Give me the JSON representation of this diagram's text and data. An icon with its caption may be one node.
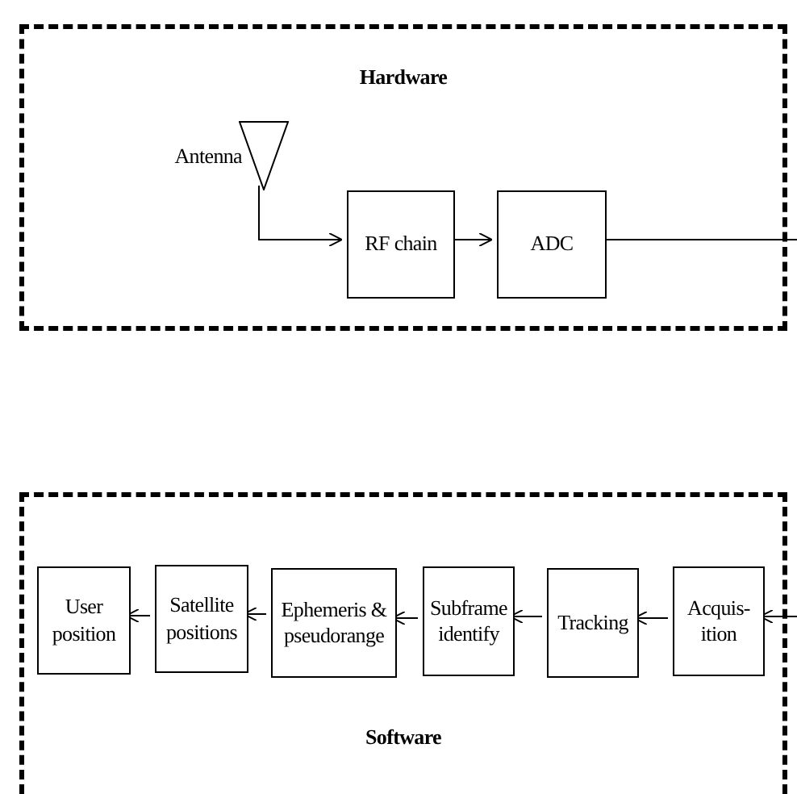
{
  "diagram": {
    "nodes": [
      {
        "text": [
          "Hardware"
        ]
      },
      {
        "text": [],
        "shape": "triangle",
        "beside": [
          "Antenna"
        ],
        "in": 0
      },
      {
        "text": [
          "RF chain"
        ],
        "in": 0
      },
      {
        "text": [
          "ADC"
        ],
        "in": 0
      },
      {
        "text": [
          "Software"
        ]
      },
      {
        "text": [
          "User position"
        ],
        "in": 4
      },
      {
        "text": [
          "Satellite positions"
        ],
        "in": 4
      },
      {
        "text": [
          "Ephemeris & pseudorange"
        ],
        "in": 4
      },
      {
        "text": [
          "Subframe identify"
        ],
        "in": 4
      },
      {
        "text": [
          "Tracking"
        ],
        "in": 4
      },
      {
        "text": [
          "Acquis- ition"
        ],
        "in": 4
      }
    ],
    "edges": [
      {
        "from": 1,
        "to": 2,
        "arrow": "to"
      },
      {
        "from": 2,
        "to": 3,
        "arrow": "to"
      },
      {
        "from": 3,
        "to": null,
        "arrow": "none"
      },
      {
        "from": null,
        "to": 10,
        "arrow": "to"
      },
      {
        "from": 10,
        "to": 9,
        "arrow": "to"
      },
      {
        "from": 9,
        "to": 8,
        "arrow": "to"
      },
      {
        "from": 8,
        "to": 7,
        "arrow": "to"
      },
      {
        "from": 7,
        "to": 6,
        "arrow": "to"
      },
      {
        "from": 6,
        "to": 5,
        "arrow": "to"
      }
    ]
  }
}
